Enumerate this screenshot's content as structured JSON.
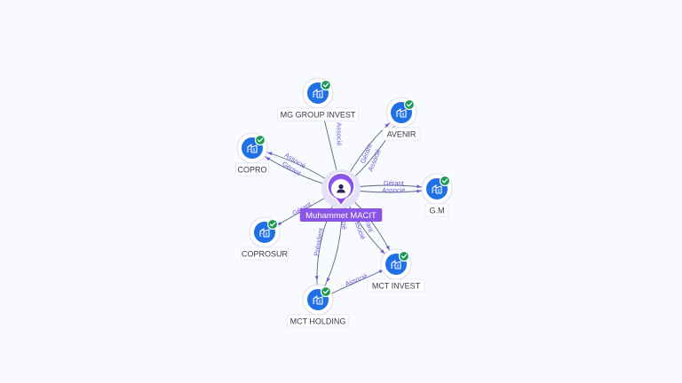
{
  "person": {
    "name": "Muhammet MACIT",
    "icon": "person-icon",
    "accent": "#8a54e6"
  },
  "companies": [
    {
      "id": "mg-group-invest",
      "label": "MG GROUP INVEST",
      "icon": "building-icon",
      "status": "verified-check-icon"
    },
    {
      "id": "avenir",
      "label": "AVENIR",
      "icon": "building-icon",
      "status": "verified-check-icon"
    },
    {
      "id": "copro",
      "label": "COPRO",
      "icon": "building-icon",
      "status": "verified-check-icon"
    },
    {
      "id": "gm",
      "label": "G.M",
      "icon": "building-icon",
      "status": "verified-check-icon"
    },
    {
      "id": "coprosur",
      "label": "COPROSUR",
      "icon": "building-icon",
      "status": "verified-check-icon"
    },
    {
      "id": "mct-invest",
      "label": "MCT INVEST",
      "icon": "building-icon",
      "status": "verified-check-icon"
    },
    {
      "id": "mct-holding",
      "label": "MCT HOLDING",
      "icon": "building-icon",
      "status": "verified-check-icon"
    }
  ],
  "relations": [
    {
      "from": "person",
      "to": "mg-group-invest",
      "label": "Associé"
    },
    {
      "from": "person",
      "to": "avenir",
      "label": "Gérant"
    },
    {
      "from": "person",
      "to": "avenir",
      "label": "Associé"
    },
    {
      "from": "person",
      "to": "copro",
      "label": "Gérant"
    },
    {
      "from": "person",
      "to": "copro",
      "label": "Associé"
    },
    {
      "from": "person",
      "to": "gm",
      "label": "Gérant"
    },
    {
      "from": "person",
      "to": "gm",
      "label": "Associé"
    },
    {
      "from": "person",
      "to": "coprosur",
      "label": "Gérant"
    },
    {
      "from": "person",
      "to": "mct-invest",
      "label": "Gérant"
    },
    {
      "from": "person",
      "to": "mct-invest",
      "label": "Associé"
    },
    {
      "from": "person",
      "to": "mct-holding",
      "label": "Président"
    },
    {
      "from": "person",
      "to": "mct-holding",
      "label": "Associé"
    },
    {
      "from": "mct-holding",
      "to": "mct-invest",
      "label": "Associé"
    }
  ],
  "colors": {
    "company_icon": "#1f6fe5",
    "verified": "#1a9a52",
    "edge_label": "#6a5bd6",
    "background": "#f9fafe"
  }
}
